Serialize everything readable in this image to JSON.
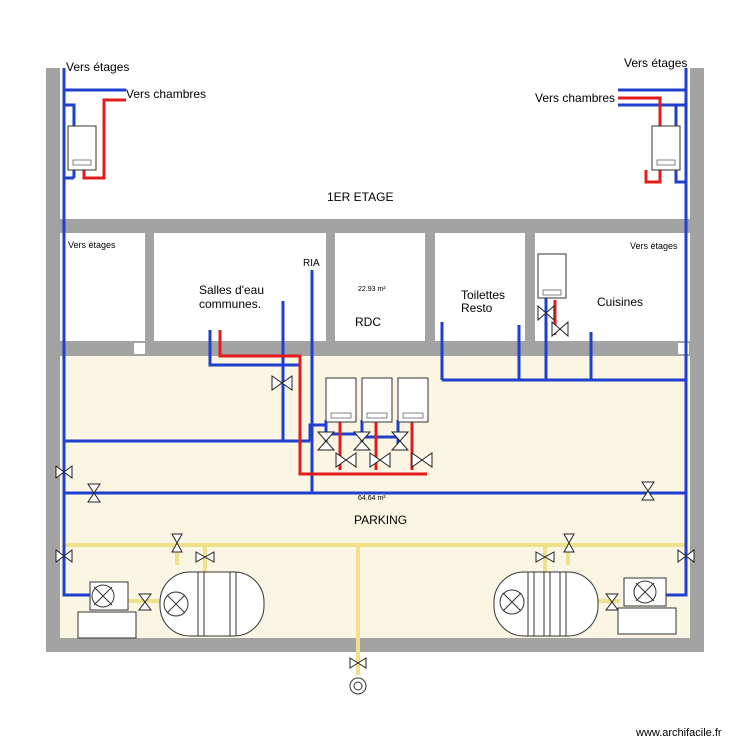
{
  "labels": {
    "floors_left": "Vers étages",
    "floors_right": "Vers étages",
    "rooms_left": "Vers chambres",
    "rooms_right": "Vers chambres",
    "first_floor": "1ER ETAGE",
    "floors_small_left": "Vers étages",
    "floors_small_right": "Vers étages",
    "ria": "RIA",
    "salles_line1": "Salles d'eau",
    "salles_line2": "communes.",
    "area_rdc": "22.93 m²",
    "rdc": "RDC",
    "toilettes_line1": "Toilettes",
    "toilettes_line2": "Resto",
    "cuisines": "Cuisines",
    "area_parking": "64.64 m²",
    "parking": "PARKING",
    "watermark": "www.archifacile.fr"
  },
  "colors": {
    "wall": "#a3a3a3",
    "cold_water": "#1f3fcf",
    "hot_water": "#e31b1b",
    "supply_pipe": "#f0e08a",
    "parking_floor": "#fbf6e3"
  }
}
